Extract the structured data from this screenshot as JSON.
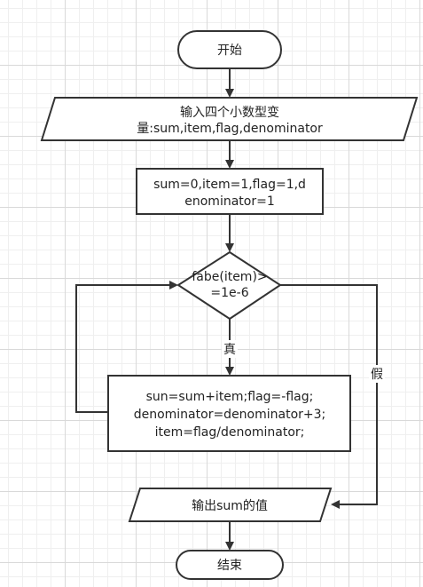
{
  "flowchart": {
    "start_label": "开始",
    "input_lines": [
      "输入四个小数型变",
      "量:sum,item,flag,denominator"
    ],
    "init_lines": [
      "sum=0,item=1,flag=1,d",
      "enominator=1"
    ],
    "condition_lines": [
      "fabe(item)>",
      "=1e-6"
    ],
    "true_label": "真",
    "false_label": "假",
    "loop_body_lines": [
      "sun=sum+item;flag=-flag;",
      "denominator=denominator+3;",
      "item=flag/denominator;"
    ],
    "output_label": "输出sum的值",
    "end_label": "结束"
  },
  "colors": {
    "stroke": "#333333",
    "fill": "#ffffff",
    "grid": "#d9d9d9"
  }
}
